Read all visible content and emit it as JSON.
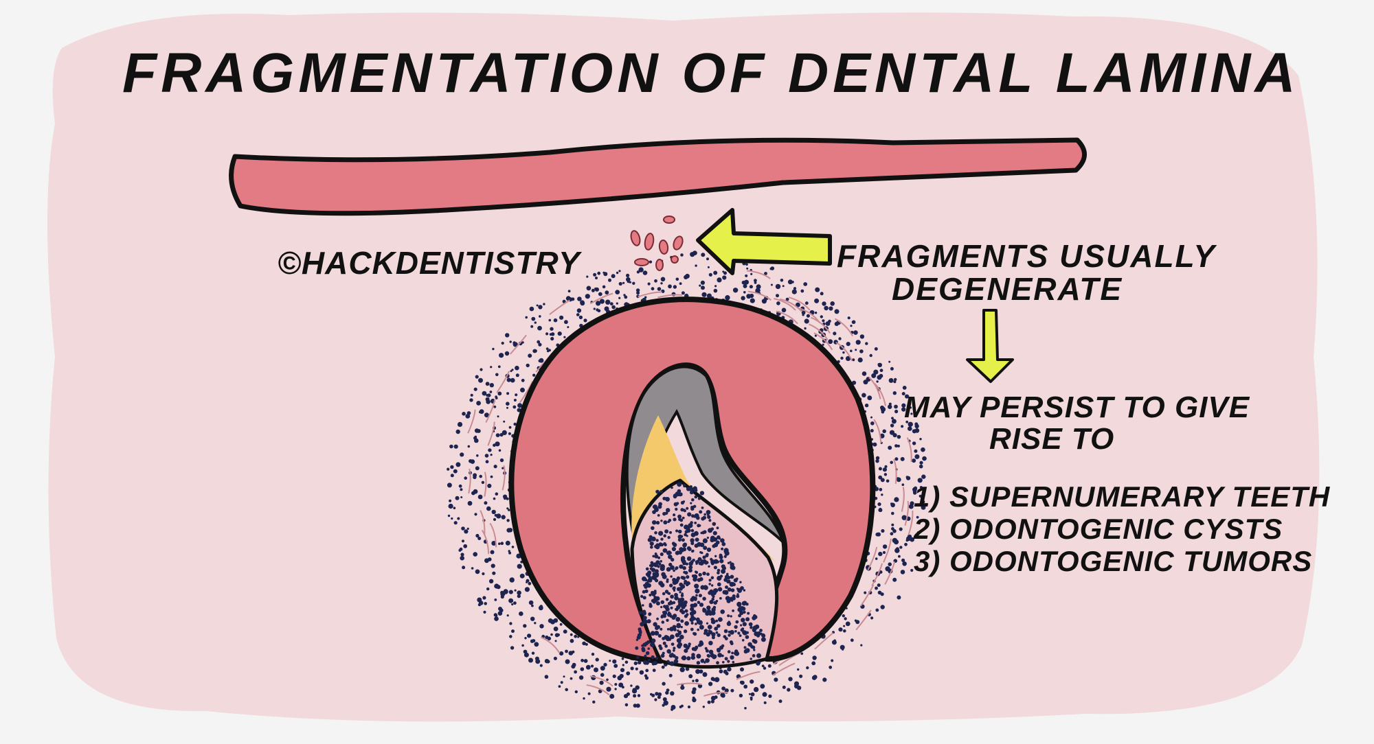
{
  "title": "FRAGMENTATION OF DENTAL LAMINA",
  "credit": "©HACKDENTISTRY",
  "fragments_label": {
    "line1": "FRAGMENTS USUALLY",
    "line2": "DEGENERATE"
  },
  "persist_label": {
    "line1": "MAY PERSIST TO GIVE",
    "line2": "RISE TO"
  },
  "outcomes": [
    "1) SUPERNUMERARY TEETH",
    "2) ODONTOGENIC CYSTS",
    "3) ODONTOGENIC TUMORS"
  ],
  "colors": {
    "page": "#f4f4f4",
    "background_blob": "#f2d9dc",
    "lamina_pink": "#e37b84",
    "enamel_organ": "#de7680",
    "outline": "#111111",
    "arrow_yellow": "#e6f04a",
    "dentin_yellow": "#f3c96b",
    "enamel_grey": "#8f8b8e",
    "papilla_dots": "#1e2450",
    "follicle_fibers": "#c98c92"
  },
  "icons": [
    "left-arrow-icon",
    "down-arrow-icon"
  ]
}
